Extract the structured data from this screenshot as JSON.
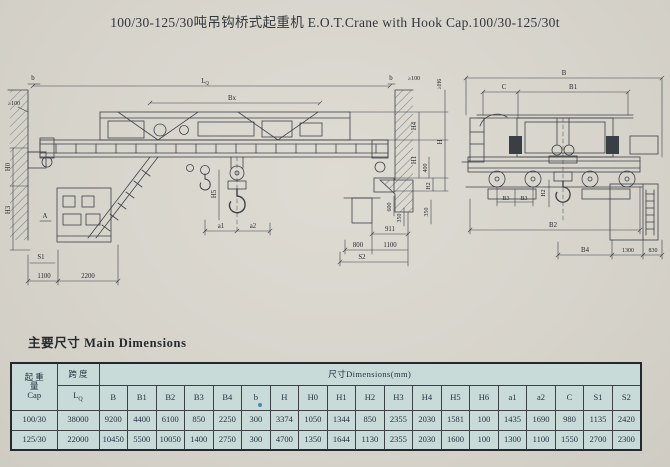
{
  "page": {
    "title": "100/30-125/30吨吊钩桥式起重机 E.O.T.Crane with Hook Cap.100/30-125/30t",
    "section_heading": "主要尺寸 Main Dimensions"
  },
  "colors": {
    "paper": "#d7d4cc",
    "table_bg": "#c9dbd8",
    "ink": "#26292d",
    "line": "#3c4046",
    "artifact_dot": "#3f7fa6"
  },
  "drawing": {
    "front_view": {
      "labels": {
        "b_left": "b",
        "ge100_left": "≥100",
        "span": "L",
        "span_sub": "Q",
        "bx": "Bx",
        "b_right": "b",
        "ge100_right": "≥100",
        "geH6": "≥H6",
        "H4": "H4",
        "H1": "H1",
        "n400": "400",
        "H": "H",
        "H2": "H2",
        "H0": "H0",
        "H3": "H3",
        "A": "A",
        "S1": "S1",
        "n1100_left": "1100",
        "n2200": "2200",
        "H5": "H5",
        "a1": "a1",
        "a2": "a2",
        "n600": "600",
        "n350a": "350",
        "n350b": "350",
        "n911": "911",
        "n800": "800",
        "n1100_right": "1100",
        "S2": "S2"
      }
    },
    "side_view": {
      "labels": {
        "B": "B",
        "B1": "B1",
        "C": "C",
        "B3a": "B3",
        "B3b": "B3",
        "H2": "H2",
        "B2": "B2",
        "B4": "B4",
        "n1300": "1300",
        "n830": "830"
      }
    }
  },
  "table": {
    "cap_header_lines": [
      "起 重",
      "量",
      "Cap"
    ],
    "span_header": "跨 度",
    "span_symbol": "L",
    "span_symbol_sub": "Q",
    "dims_header": "尺寸Dimensions(mm)",
    "dim_columns": [
      "B",
      "B1",
      "B2",
      "B3",
      "B4",
      "b",
      "H",
      "H0",
      "H1",
      "H2",
      "H3",
      "H4",
      "H5",
      "H6",
      "a1",
      "a2",
      "C",
      "S1",
      "S2"
    ],
    "rows": [
      {
        "cap": "100/30",
        "span": "38000",
        "values": [
          "9200",
          "4400",
          "6100",
          "850",
          "2250",
          "300",
          "3374",
          "1050",
          "1344",
          "850",
          "2355",
          "2030",
          "1581",
          "100",
          "1435",
          "1690",
          "980",
          "1135",
          "2420"
        ]
      },
      {
        "cap": "125/30",
        "span": "22000",
        "values": [
          "10450",
          "5500",
          "10050",
          "1400",
          "2750",
          "300",
          "4700",
          "1350",
          "1644",
          "1130",
          "2355",
          "2030",
          "1600",
          "100",
          "1300",
          "1100",
          "1550",
          "2700",
          "2300"
        ]
      }
    ]
  }
}
